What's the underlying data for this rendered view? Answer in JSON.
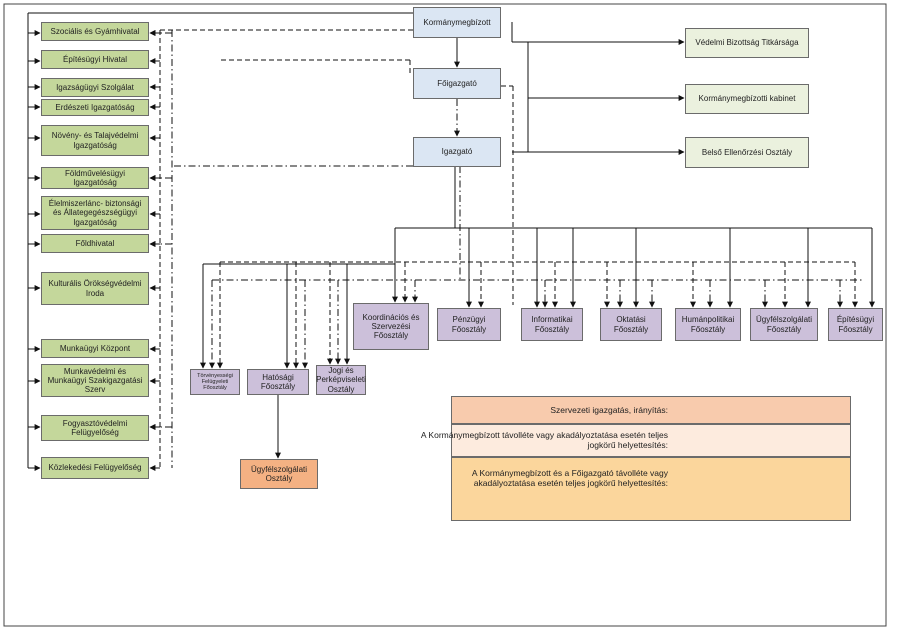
{
  "top": {
    "kormanymegbizott": "Kormánymegbízott",
    "foigazgato": "Főigazgató",
    "igazgato": "Igazgató"
  },
  "right_units": {
    "vedelmi": "Védelmi Bizottság Titkársága",
    "kabinet": "Kormánymegbízotti kabinet",
    "ellenorzesi": "Belső Ellenőrzési Osztály"
  },
  "left_offices": [
    "Szociális és Gyámhivatal",
    "Építésügyi Hivatal",
    "Igazságügyi Szolgálat",
    "Erdészeti Igazgatóság",
    "Növény- és Talajvédelmi Igazgatóság",
    "Földművelésügyi Igazgatóság",
    "Élelmiszerlánc- biztonsági és Állategegészségügyi Igazgatóság",
    "Főldhivatal",
    "Kulturális Örökségvédelmi Iroda",
    "Munkaügyi Központ",
    "Munkavédelmi és Munkaügyi Szakigazgatási Szerv",
    "Fogyasztóvédelmi Felügyelőség",
    "Közlekedési Felügyelőség"
  ],
  "departments_upper": [
    "Koordinációs és Szervezési Főosztály",
    "Pénzügyi Főosztály",
    "Informatikai Főosztály",
    "Oktatási Főosztály",
    "Humánpolitikai Főosztály",
    "Ügyfélszolgálati Főosztály",
    "Építésügyi Főosztály"
  ],
  "departments_lower": [
    "Törvényességi Felügyeleti Főosztály",
    "Hatósági Főosztály",
    "Jogi és Perképviseleti Osztály"
  ],
  "sub_unit": "Ügyfélszolgálati Osztály",
  "legend": {
    "row1": "Szervezeti igazgatás, irányítás:",
    "row2": "A Kormánymegbízott távolléte vagy akadályoztatása esetén teljes jogkörű helyettesítés:",
    "row3": "A Kormánymegbízott és a Főigazgató távolléte vagy akadályoztatása esetén teljes jogkörű helyettesítés:"
  },
  "colors": {
    "office_green": "#c4d79b",
    "leadership_blue": "#dbe6f3",
    "staff_lightgreen": "#ebf1de",
    "department_purple": "#ccc0da",
    "subunit_orange": "#f4b183",
    "legend_row1": "#f8cbad",
    "legend_row2": "#fdebde",
    "legend_row3": "#fbd69c"
  }
}
